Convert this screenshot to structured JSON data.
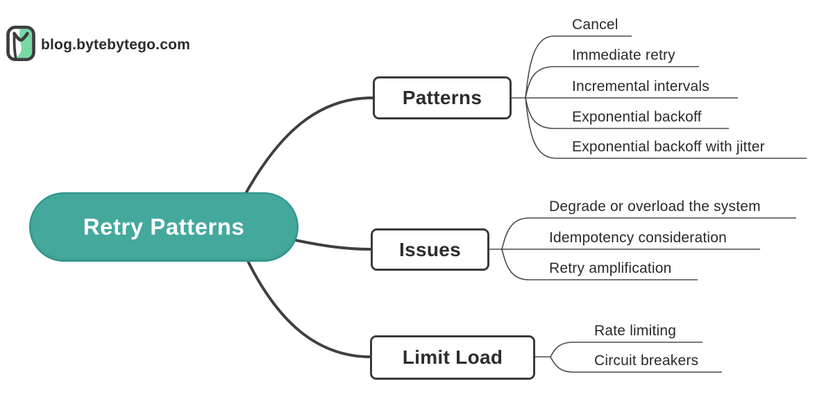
{
  "header": {
    "logo_text": "blog.bytebytego.com",
    "logo_icon": "bytebytego-owl-icon",
    "logo_colors": {
      "outline": "#3d3d3d",
      "mint": "#76d9a6"
    }
  },
  "mindmap": {
    "root": {
      "label": "Retry Patterns",
      "fill": "#44a89d",
      "border": "#2c9488",
      "text_color": "#ffffff"
    },
    "branches": [
      {
        "label": "Patterns",
        "children": [
          "Cancel",
          "Immediate retry",
          "Incremental intervals",
          "Exponential backoff",
          "Exponential backoff with jitter"
        ]
      },
      {
        "label": "Issues",
        "children": [
          "Degrade or overload the system",
          "Idempotency consideration",
          "Retry amplification"
        ]
      },
      {
        "label": "Limit Load",
        "children": [
          "Rate limiting",
          "Circuit breakers"
        ]
      }
    ],
    "style": {
      "thick_line_color": "#3f3f3f",
      "thin_line_color": "#4a4a4a",
      "node_border_color": "#3a3a3a",
      "text_color": "#2a2a2a",
      "background": "#ffffff"
    }
  }
}
